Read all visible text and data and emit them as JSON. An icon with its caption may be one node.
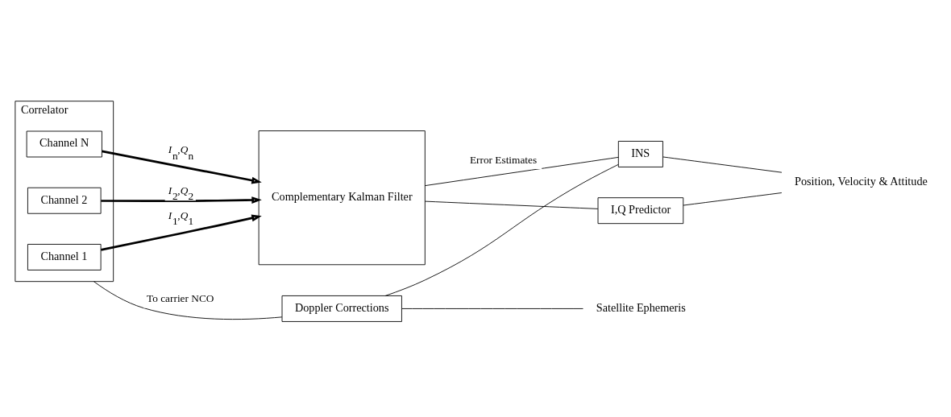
{
  "diagram": {
    "nodes": [
      {
        "text": [
          "Correlator"
        ]
      },
      {
        "text": [
          "Channel 1"
        ],
        "in": 0
      },
      {
        "text": [
          "Channel 2"
        ],
        "in": 0
      },
      {
        "text": [
          "Channel N"
        ],
        "in": 0
      },
      {
        "text": [
          "Complementary Kalman Filter"
        ]
      },
      {
        "text": [
          "INS"
        ]
      },
      {
        "text": [
          "I,Q Predictor"
        ]
      },
      {
        "text": [
          "Doppler Corrections"
        ]
      },
      {
        "text": [
          "Position, Velocity & Attitude"
        ]
      },
      {
        "text": [
          "Satellite Ephemeris"
        ]
      }
    ],
    "edges": [
      {
        "from": 1,
        "to": 4,
        "arrow": "to",
        "label": "*I*$_{1}$,*Q*$_{1}$",
        "style": "thick"
      },
      {
        "from": 2,
        "to": 4,
        "arrow": "to",
        "label": "*I*$_{2}$,*Q*$_{2}$",
        "style": "thick"
      },
      {
        "from": 3,
        "to": 4,
        "arrow": "to",
        "label": "*I*$_{n}$,*Q*$_{n}$",
        "style": "thick"
      },
      {
        "from": 4,
        "to": 5,
        "arrow": "none",
        "label": "Error Estimates"
      },
      {
        "from": 4,
        "to": 6,
        "arrow": "none"
      },
      {
        "from": 6,
        "to": 8,
        "arrow": "none"
      },
      {
        "from": 5,
        "to": 8,
        "arrow": "none"
      },
      {
        "from": 5,
        "to": 7,
        "arrow": "none"
      },
      {
        "from": 0,
        "to": 7,
        "arrow": "none",
        "label": "To carrier NCO"
      },
      {
        "from": 7,
        "to": 9,
        "arrow": "none"
      }
    ]
  }
}
